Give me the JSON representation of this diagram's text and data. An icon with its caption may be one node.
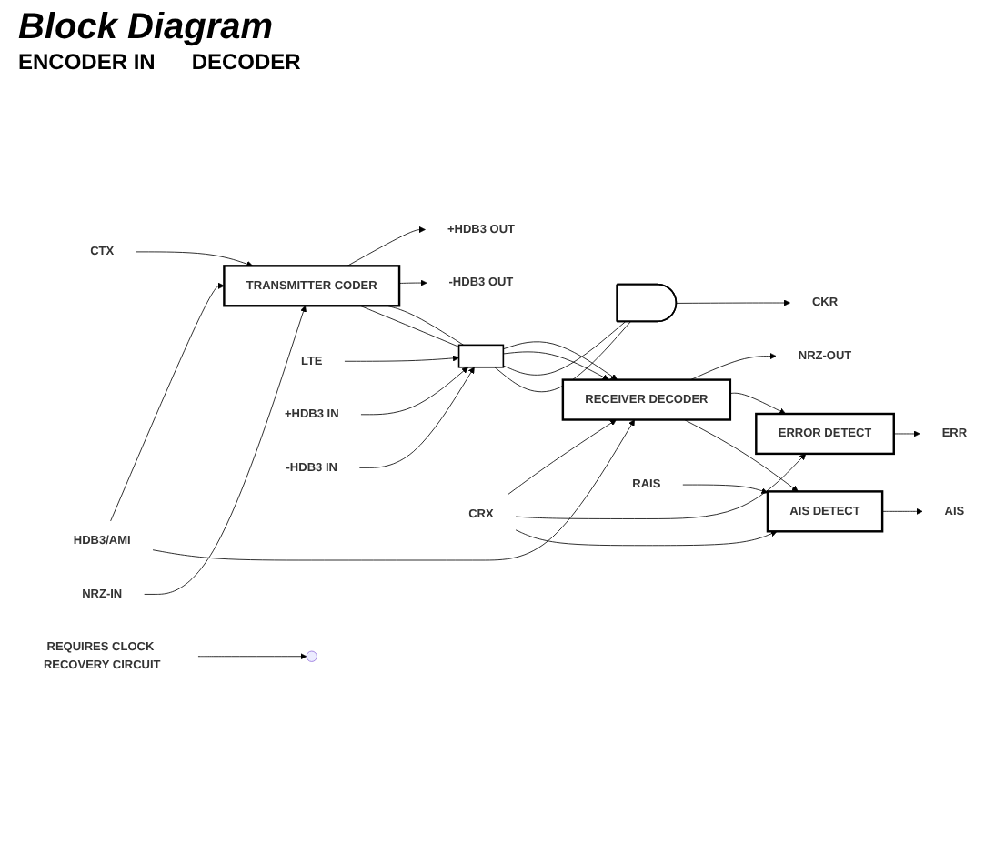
{
  "diagram": {
    "title": "Block Diagram",
    "nodes": [
      {
        "text": [
          "HDB3/AMI"
        ]
      },
      {
        "text": [
          "CTX"
        ]
      },
      {
        "text": [
          "NRZ-IN"
        ]
      },
      {
        "text": [
          "TRANSMITTER CODER"
        ]
      },
      {
        "text": [
          "+HDB3 OUT"
        ]
      },
      {
        "text": [
          "-HDB3 OUT"
        ]
      },
      {
        "text": [
          "LTE"
        ]
      },
      {
        "text": [
          "+HDB3 IN"
        ]
      },
      {
        "text": [
          "-HDB3 IN"
        ]
      },
      {
        "text": [],
        "shape": "box"
      },
      {
        "text": [],
        "shape": "gate"
      },
      {
        "text": [
          "CKR"
        ]
      },
      {
        "text": [
          "RECEIVER DECODER"
        ]
      },
      {
        "text": [
          "NRZ-OUT"
        ]
      },
      {
        "text": [
          "CRX"
        ]
      },
      {
        "text": [
          "REQUIRES CLOCK RECOVERY CIRCUIT"
        ]
      },
      {
        "text": [
          "ERROR DETECT"
        ]
      },
      {
        "text": [
          "ERR"
        ]
      },
      {
        "text": [
          "AIS DETECT"
        ]
      },
      {
        "text": [
          "AIS"
        ]
      },
      {
        "text": [
          "RAIS"
        ]
      }
    ],
    "edges": [
      {
        "from": 0,
        "to": 3,
        "arrow": "to"
      },
      {
        "from": 0,
        "to": 12,
        "arrow": "to"
      },
      {
        "from": 1,
        "to": 3,
        "arrow": "to"
      },
      {
        "from": 2,
        "to": 3,
        "arrow": "to"
      },
      {
        "from": 3,
        "to": 4,
        "arrow": "to"
      },
      {
        "from": 3,
        "to": 5,
        "arrow": "to"
      },
      {
        "from": 3,
        "to": 9,
        "arrow": "none"
      },
      {
        "from": 3,
        "to": 9,
        "arrow": "none"
      },
      {
        "from": 6,
        "to": 9,
        "arrow": "to"
      },
      {
        "from": 7,
        "to": 9,
        "arrow": "to"
      },
      {
        "from": 8,
        "to": 9,
        "arrow": "to"
      },
      {
        "from": 9,
        "to": 12,
        "arrow": "to"
      },
      {
        "from": 9,
        "to": 12,
        "arrow": "to"
      },
      {
        "from": 9,
        "to": 10,
        "arrow": "none"
      },
      {
        "from": 9,
        "to": 10,
        "arrow": "none"
      },
      {
        "from": 10,
        "to": 11,
        "arrow": "to"
      },
      {
        "from": 12,
        "to": 13,
        "arrow": "to"
      },
      {
        "from": 14,
        "to": 12,
        "arrow": "to"
      },
      {
        "from": 14,
        "to": 16,
        "arrow": "to"
      },
      {
        "from": 14,
        "to": 18,
        "arrow": "to"
      },
      {
        "from": 15,
        "to": null,
        "arrow": "to"
      },
      {
        "from": 12,
        "to": 16,
        "arrow": "to"
      },
      {
        "from": 12,
        "to": 18,
        "arrow": "to"
      },
      {
        "from": 16,
        "to": 17,
        "arrow": "to"
      },
      {
        "from": 18,
        "to": 19,
        "arrow": "to"
      },
      {
        "from": 20,
        "to": 18,
        "arrow": "to"
      }
    ],
    "labels": [
      "ENCODER IN",
      "DECODER"
    ]
  }
}
